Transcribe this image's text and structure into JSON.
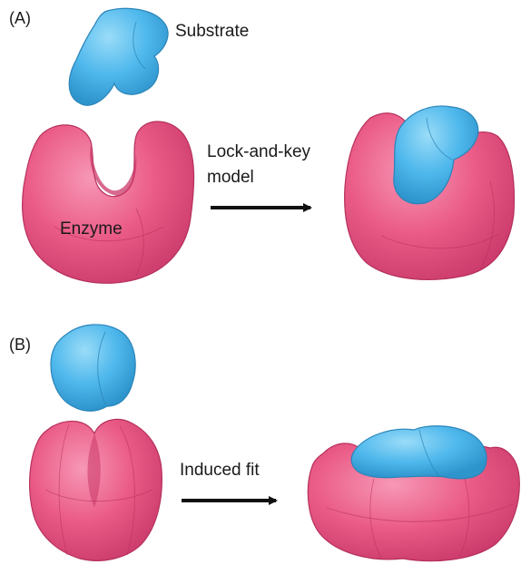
{
  "panel_a": {
    "label": "(A)",
    "substrate_label": "Substrate",
    "enzyme_label": "Enzyme",
    "model_line1": "Lock-and-key",
    "model_line2": "model"
  },
  "panel_b": {
    "label": "(B)",
    "model_label": "Induced fit"
  },
  "colors": {
    "enzyme": "#ea5a86",
    "enzyme_shadow": "#c93868",
    "enzyme_light": "#f48aaa",
    "substrate": "#4fb8ec",
    "substrate_shadow": "#2e94cc",
    "substrate_light": "#8ad4f6",
    "arrow": "#111111"
  }
}
